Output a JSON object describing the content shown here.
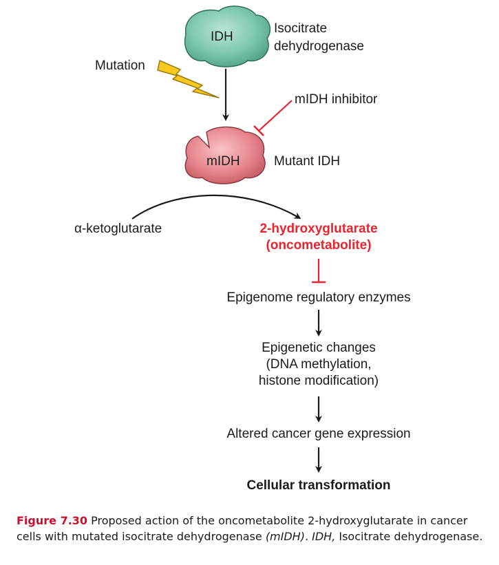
{
  "idh_node": {
    "label": "IDH",
    "name_line1": "Isocitrate",
    "name_line2": "dehydrogenase"
  },
  "mutation_label": "Mutation",
  "inhibitor_label": "mIDH inhibitor",
  "midh_node": {
    "label": "mIDH",
    "name": "Mutant IDH"
  },
  "substrate_label": "α-ketoglutarate",
  "product": {
    "line1": "2-hydroxyglutarate",
    "line2": "(oncometabolite)"
  },
  "steps": {
    "enzymes": "Epigenome regulatory enzymes",
    "changes_line1": "Epigenetic changes",
    "changes_line2": "(DNA methylation,",
    "changes_line3": "histone modification)",
    "expression": "Altered cancer gene expression",
    "transformation": "Cellular transformation"
  },
  "caption": {
    "figure_label": "Figure 7.30",
    "text_part1": " Proposed action of the oncometabolite 2-hydroxyglutarate in cancer cells with mutated isocitrate dehydrogenase ",
    "abbr1": "(mIDH)",
    "text_part2": ". ",
    "abbr2": "IDH,",
    "text_part3": " Isocitrate dehydrogenase."
  },
  "colors": {
    "idh_fill": "#7cc7ac",
    "midh_fill": "#e8878f",
    "inhibitor_red": "#e8242f",
    "lightning_yellow": "#f7c81e",
    "figure_label_red": "#c8102e"
  }
}
